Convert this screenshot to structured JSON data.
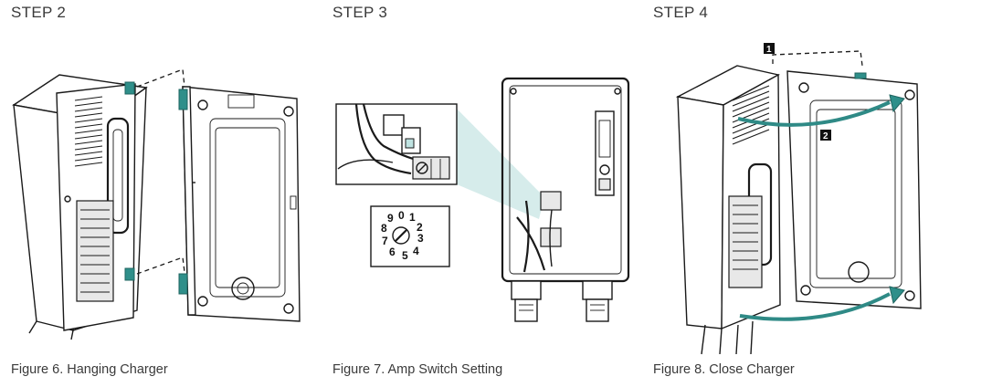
{
  "steps": [
    {
      "title": "STEP 2",
      "caption": "Figure 6. Hanging Charger"
    },
    {
      "title": "STEP 3",
      "caption": "Figure 7. Amp Switch Setting"
    },
    {
      "title": "STEP 4",
      "caption": "Figure 8. Close Charger"
    }
  ],
  "amp_dial": {
    "digits": [
      "0",
      "1",
      "2",
      "3",
      "4",
      "5",
      "6",
      "7",
      "8",
      "9"
    ]
  },
  "close_markers": [
    "1",
    "2"
  ],
  "colors": {
    "accent_teal": "#2f8f8a",
    "line": "#1a1a1a",
    "text": "#3a3a3a"
  }
}
